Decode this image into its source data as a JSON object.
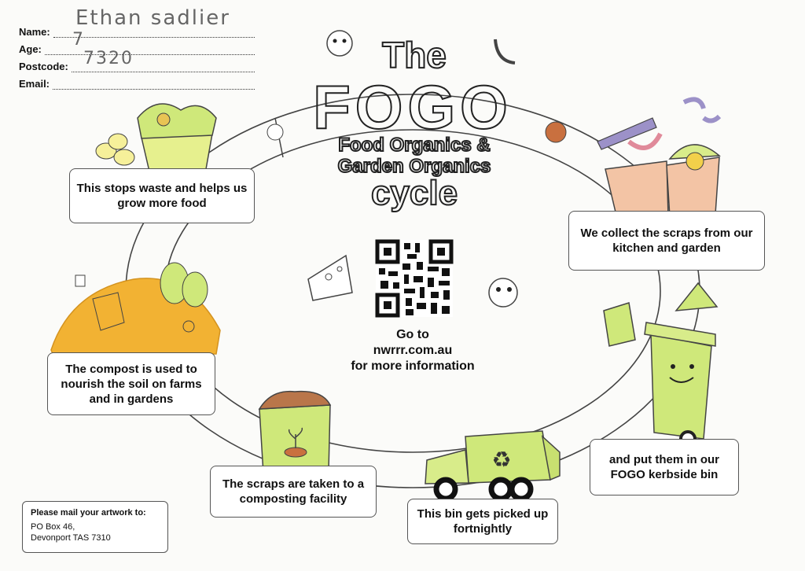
{
  "form": {
    "name_label": "Name:",
    "age_label": "Age:",
    "postcode_label": "Postcode:",
    "email_label": "Email:",
    "name_value": "Ethan sadlier",
    "age_value": "7",
    "postcode_value": "7320",
    "email_value": ""
  },
  "title": {
    "line1": "The",
    "line2": "FOGO",
    "line3": "Food Organics &",
    "line4": "Garden Organics",
    "line5": "cycle"
  },
  "steps": {
    "collect": "We collect the scraps from our kitchen and garden",
    "bin": "and put them in our FOGO kerbside bin",
    "pickup": "This bin gets picked up fortnightly",
    "taken": "The scraps are taken to a composting facility",
    "compost": "The compost is used to nourish the soil on farms and in gardens",
    "waste": "This stops waste and helps us grow more food"
  },
  "info": {
    "line1": "Go to",
    "line2": "nwrrr.com.au",
    "line3": "for more information"
  },
  "mail": {
    "title": "Please mail your artwork to:",
    "line1": "PO Box 46,",
    "line2": "Devonport TAS 7310"
  },
  "colors": {
    "green": "#cfe87a",
    "orange": "#f2b233",
    "peach": "#f3c4a5",
    "brown": "#b9764a",
    "purple": "#9c91c8"
  }
}
